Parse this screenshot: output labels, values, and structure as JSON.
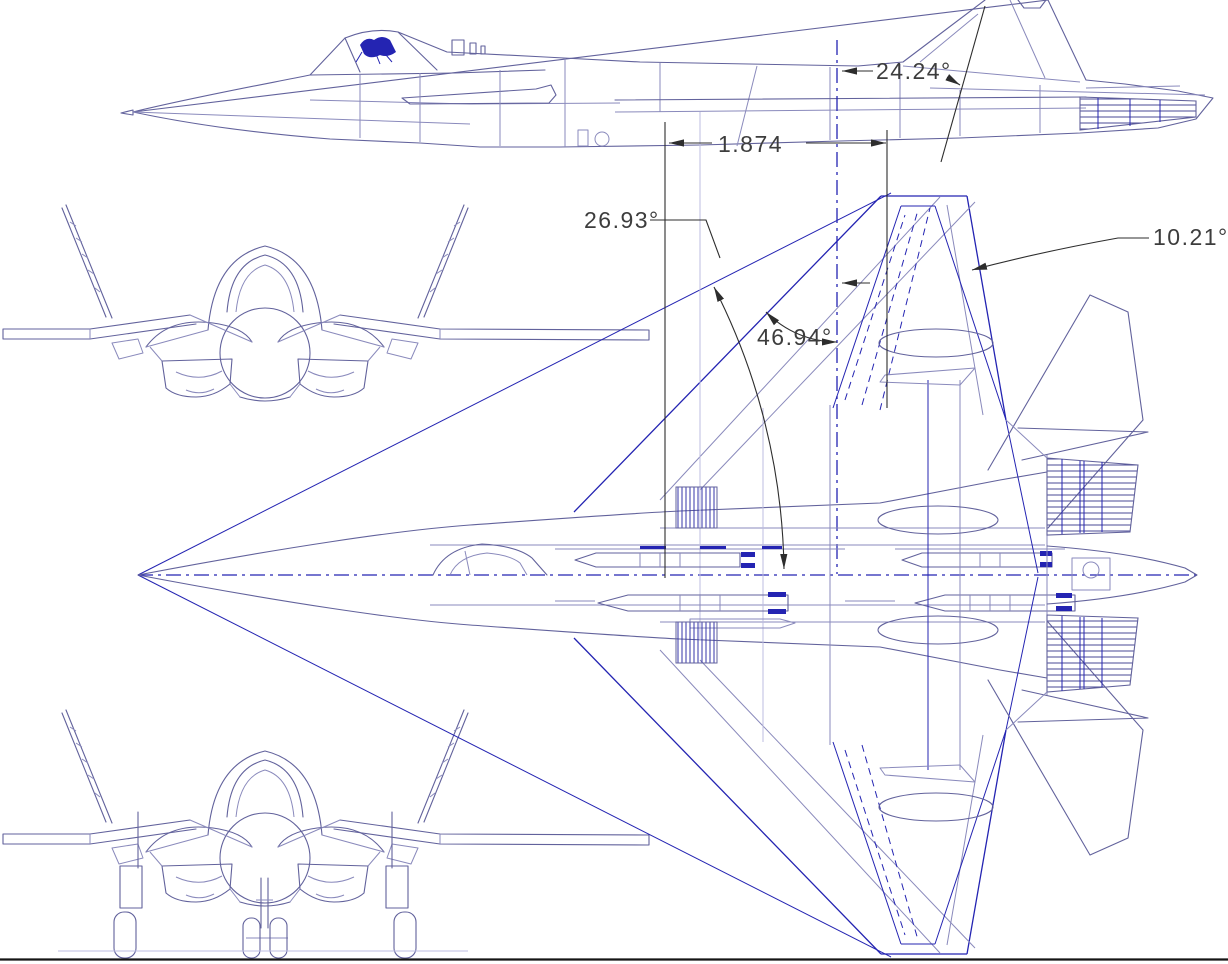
{
  "drawing": {
    "kind": "aircraft three-view CAD line drawing",
    "background": "#ffffff",
    "colors": {
      "main_line": "#62629c",
      "accent_blue": "#2424b2",
      "construction": "#bcbce0",
      "dimension": "#2d2d2d",
      "ground_line": "#151515"
    }
  },
  "annotations": {
    "fin_angle_side": "24.24°",
    "bay_length": "1.874",
    "lerx_sweep": "26.93°",
    "wing_le_sweep": "46.94°",
    "tail_edge_sweep": "10.21°"
  }
}
